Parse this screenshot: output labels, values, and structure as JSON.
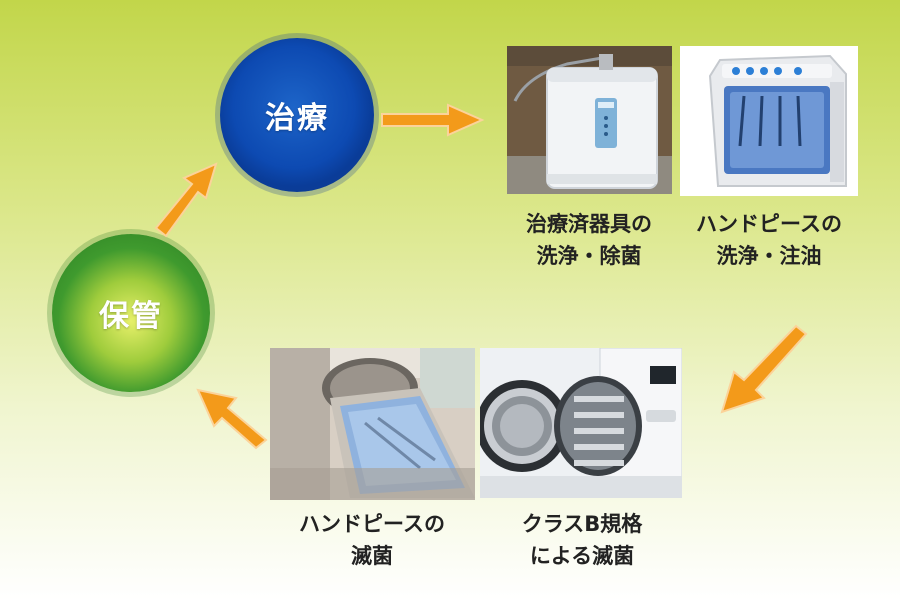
{
  "cycle": {
    "treatment_label": "治療",
    "storage_label": "保管"
  },
  "steps": [
    {
      "line1": "治療済器具の",
      "line2": "洗浄・除菌"
    },
    {
      "line1": "ハンドピースの",
      "line2": "洗浄・注油"
    },
    {
      "line1": "クラスB規格",
      "line2": "による滅菌"
    },
    {
      "line1": "ハンドピースの",
      "line2": "滅菌"
    }
  ],
  "colors": {
    "arrow": "#f39a1a",
    "treatment_circle": "#0d4ab2",
    "storage_circle": "#3f9a2e"
  },
  "icons": [
    "arrow-right-icon",
    "arrow-down-left-icon",
    "arrow-left-up-icon",
    "arrow-up-right-icon"
  ]
}
